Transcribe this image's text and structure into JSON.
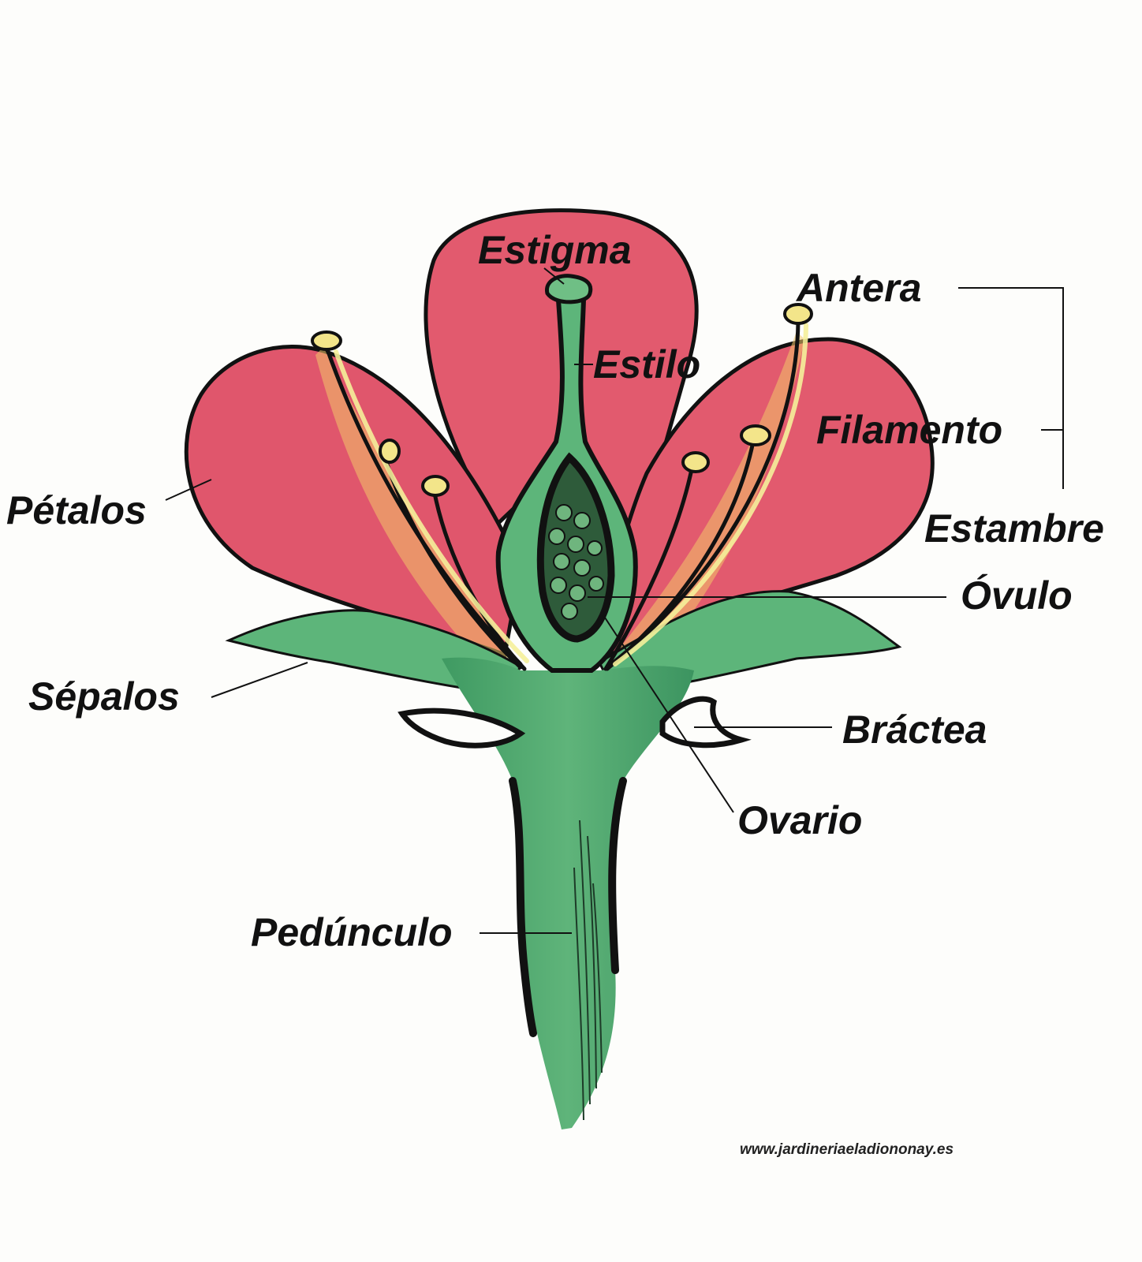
{
  "labels": {
    "estigma": "Estigma",
    "antera": "Antera",
    "estilo": "Estilo",
    "filamento": "Filamento",
    "petalos": "Pétalos",
    "estambre": "Estambre",
    "ovulo": "Óvulo",
    "sepalos": "Sépalos",
    "bractea": "Bráctea",
    "ovario": "Ovario",
    "pedunculo": "Pedúnculo"
  },
  "credit": "www.jardineriaeladiononay.es",
  "colors": {
    "petal": "#e0536a",
    "green": "#4fa86a",
    "yellow": "#f5f09a",
    "outline": "#111111"
  }
}
